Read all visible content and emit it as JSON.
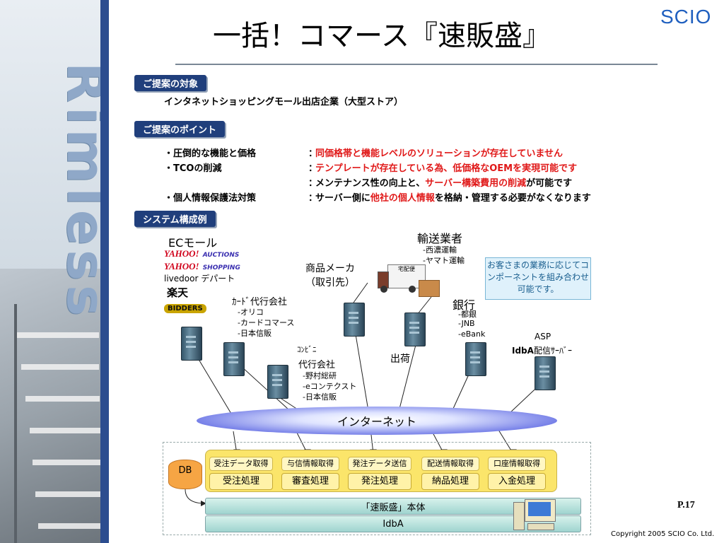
{
  "title": "一括！コマース『速販盛』",
  "brand": "SCIO",
  "sidebar_word": "Rimless",
  "sections": {
    "proposal_target_tag": "ご提案の対象",
    "proposal_target_text": "インタネットショッピングモール出店企業（大型ストア）",
    "points_tag": "ご提案のポイント",
    "system_tag": "システム構成例"
  },
  "points": {
    "p1_label": "・圧倒的な機能と価格",
    "p1_colon": "：",
    "p1_value": "同価格帯と機能レベルのソリューションが存在していません",
    "p2_label": "・TCOの削減",
    "p2_colon": "：",
    "p2_value": "テンプレートが存在している為、低価格なOEMを実現可能です",
    "p3_colon": "：",
    "p3_prefix": "メンテナンス性の向上と、",
    "p3_red": "サーバー構築費用の削減",
    "p3_suffix": "が可能です",
    "p4_label": "・個人情報保護法対策",
    "p4_colon": "：",
    "p4_prefix": "サーバー側に",
    "p4_red": "他社の個人情報",
    "p4_suffix": "を格納・管理する必要がなくなります"
  },
  "diagram": {
    "ec_mall": "ECモール",
    "yahoo1": "YAHOO!",
    "yahoo1_sub": "AUCTIONS",
    "yahoo2": "YAHOO!",
    "yahoo2_sub": "SHOPPING",
    "livedoor": "livedoor デパート",
    "rakuten": "楽天",
    "bidders": "BIDDERS",
    "card_title": "ｶｰﾄﾞ代行会社",
    "card_items": [
      "-オリコ",
      "-カードコマース",
      "-日本信販"
    ],
    "conv_title1": "ｺﾝﾋﾞﾆ",
    "conv_title2": "代行会社",
    "conv_items": [
      "-野村総研",
      "-eコンテクスト",
      "-日本信販"
    ],
    "maker_title": "商品メーカ",
    "maker_sub": "（取引先）",
    "shipping": "出荷",
    "carrier_title": "輸送業者",
    "carrier_items": [
      "-西濃運輸",
      "-ヤマト運輸"
    ],
    "bank_title": "銀行",
    "bank_items": [
      "-都銀",
      "-JNB",
      "-eBank"
    ],
    "asp_title": "ASP",
    "asp_sub_bold": "IdbA",
    "asp_sub": "配信ｻｰﾊﾞｰ",
    "note": "お客さまの業務に応じてコンポーネントを組み合わせ可能です。",
    "internet": "インターネット",
    "db": "DB",
    "labels": [
      "受注データ取得",
      "与信情報取得",
      "発注データ送信",
      "配送情報取得",
      "口座情報取得"
    ],
    "modules": [
      "受注処理",
      "審査処理",
      "発注処理",
      "納品処理",
      "入金処理"
    ],
    "core": "「速販盛」本体",
    "idba": "IdbA",
    "truck_label": "宅配便"
  },
  "page_number": "P.17",
  "copyright": "Copyright 2005 SCIO Co. Ltd."
}
